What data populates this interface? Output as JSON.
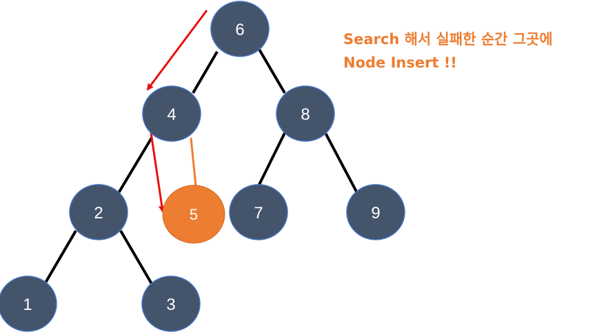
{
  "tree": {
    "nodes": [
      {
        "id": "n6",
        "label": "6",
        "type": "existing"
      },
      {
        "id": "n4",
        "label": "4",
        "type": "existing"
      },
      {
        "id": "n8",
        "label": "8",
        "type": "existing"
      },
      {
        "id": "n2",
        "label": "2",
        "type": "existing"
      },
      {
        "id": "n5",
        "label": "5",
        "type": "inserted"
      },
      {
        "id": "n7",
        "label": "7",
        "type": "existing"
      },
      {
        "id": "n9",
        "label": "9",
        "type": "existing"
      },
      {
        "id": "n1",
        "label": "1",
        "type": "existing"
      },
      {
        "id": "n3",
        "label": "3",
        "type": "existing"
      }
    ],
    "edges": [
      {
        "from": "6",
        "to": "4"
      },
      {
        "from": "6",
        "to": "8"
      },
      {
        "from": "4",
        "to": "2"
      },
      {
        "from": "4",
        "to": "5",
        "type": "inserted"
      },
      {
        "from": "8",
        "to": "7"
      },
      {
        "from": "8",
        "to": "9"
      },
      {
        "from": "2",
        "to": "1"
      },
      {
        "from": "2",
        "to": "3"
      }
    ],
    "search_path": [
      "6",
      "4",
      "5"
    ]
  },
  "annotation": {
    "line1": "Search 해서 실패한 순간 그곳에",
    "line2": "Node Insert !!"
  },
  "colors": {
    "node_fill": "#44546a",
    "node_outline": "#4472c4",
    "inserted_fill": "#ed7d31",
    "inserted_edge": "#ed7d31",
    "edge": "#000000",
    "search_arrow": "#e81010",
    "annotation_text": "#ed7d31"
  }
}
